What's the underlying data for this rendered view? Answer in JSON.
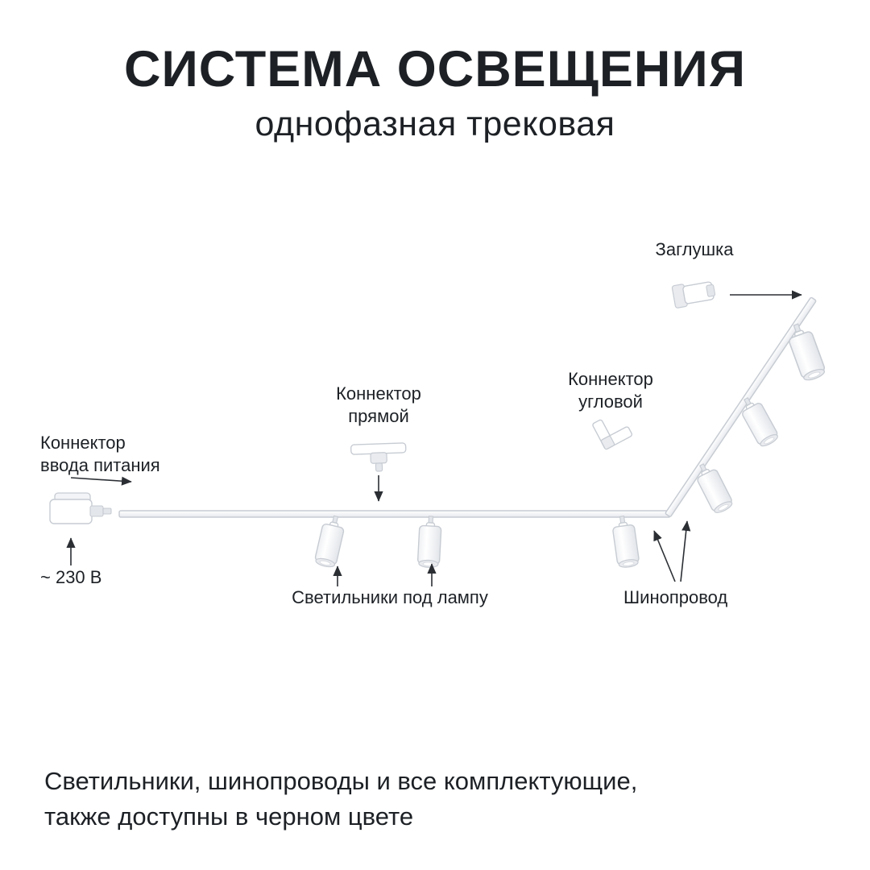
{
  "page": {
    "title": "СИСТЕМА ОСВЕЩЕНИЯ",
    "subtitle": "однофазная трековая",
    "footer": "Светильники, шинопроводы и все комплектующие,\nтакже доступны в черном цвете"
  },
  "diagram": {
    "labels": {
      "end_cap": "Заглушка",
      "straight_connector": "Коннектор\nпрямой",
      "corner_connector": "Коннектор\nугловой",
      "power_input_connector": "Коннектор\nввода питания",
      "voltage": "~ 230 В",
      "lamps": "Светильники под лампу",
      "track": "Шинопровод"
    },
    "colors": {
      "text": "#1d2126",
      "arrow": "#2b2f34",
      "outline": "#c7ccd3",
      "part-fill": "#ffffff",
      "part-shade": "#e9ebef"
    }
  }
}
